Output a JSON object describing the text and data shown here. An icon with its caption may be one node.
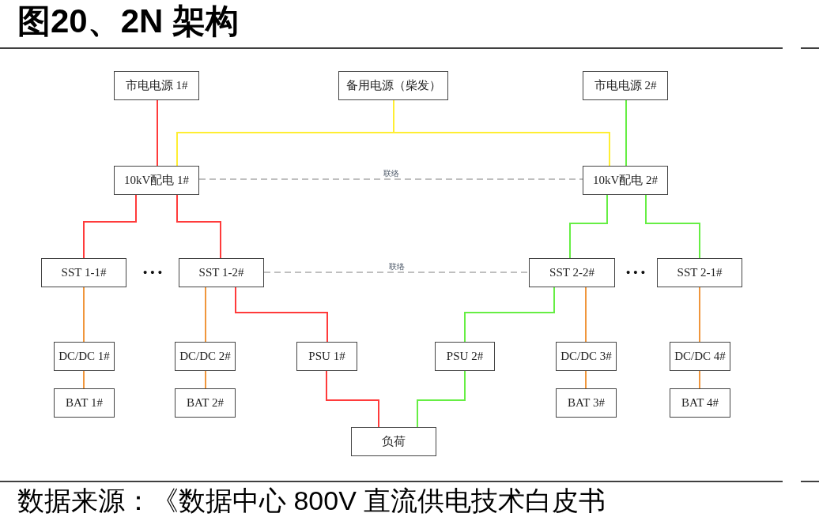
{
  "diagram": {
    "title": "图20、2N 架构",
    "caption": "数据来源：《数据中心 800V 直流供电技术白皮书",
    "nodes": [
      {
        "text": [
          "市电电源 1#"
        ]
      },
      {
        "text": [
          "备用电源（柴发）"
        ]
      },
      {
        "text": [
          "市电电源 2#"
        ]
      },
      {
        "text": [
          "10kV配电 1#"
        ]
      },
      {
        "text": [
          "10kV配电 2#"
        ]
      },
      {
        "text": [
          "SST 1-1#"
        ]
      },
      {
        "text": [
          "SST 1-2#"
        ]
      },
      {
        "text": [
          "SST 2-2#"
        ]
      },
      {
        "text": [
          "SST 2-1#"
        ]
      },
      {
        "text": [
          "DC/DC 1#"
        ]
      },
      {
        "text": [
          "DC/DC 2#"
        ]
      },
      {
        "text": [
          "PSU 1#"
        ]
      },
      {
        "text": [
          "PSU 2#"
        ]
      },
      {
        "text": [
          "DC/DC 3#"
        ]
      },
      {
        "text": [
          "DC/DC 4#"
        ]
      },
      {
        "text": [
          "BAT 1#"
        ]
      },
      {
        "text": [
          "BAT 2#"
        ]
      },
      {
        "text": [
          "BAT 3#"
        ]
      },
      {
        "text": [
          "BAT 4#"
        ]
      },
      {
        "text": [
          "负荷"
        ]
      }
    ],
    "edges": [
      {
        "from": 0,
        "to": 3,
        "arrow": "none",
        "color": "#ff3b3b"
      },
      {
        "from": 1,
        "to": 3,
        "arrow": "none",
        "color": "#ffee33"
      },
      {
        "from": 1,
        "to": 4,
        "arrow": "none",
        "color": "#ffee33"
      },
      {
        "from": 2,
        "to": 4,
        "arrow": "none",
        "color": "#66ee44"
      },
      {
        "from": 3,
        "to": 4,
        "arrow": "none",
        "label": "联络",
        "style": "dashed",
        "color": "#aaaaaa"
      },
      {
        "from": 3,
        "to": 5,
        "arrow": "none",
        "color": "#ff3b3b"
      },
      {
        "from": 3,
        "to": 6,
        "arrow": "none",
        "color": "#ff3b3b"
      },
      {
        "from": 4,
        "to": 7,
        "arrow": "none",
        "color": "#66ee44"
      },
      {
        "from": 4,
        "to": 8,
        "arrow": "none",
        "color": "#66ee44"
      },
      {
        "from": 6,
        "to": 7,
        "arrow": "none",
        "label": "联络",
        "style": "dashed",
        "color": "#aaaaaa"
      },
      {
        "from": 5,
        "to": 9,
        "arrow": "none"
      },
      {
        "from": 6,
        "to": 10,
        "arrow": "none"
      },
      {
        "from": 6,
        "to": 11,
        "arrow": "none",
        "color": "#ff3b3b"
      },
      {
        "from": 7,
        "to": 12,
        "arrow": "none",
        "color": "#66ee44"
      },
      {
        "from": 7,
        "to": 13,
        "arrow": "none"
      },
      {
        "from": 8,
        "to": 14,
        "arrow": "none"
      },
      {
        "from": 9,
        "to": 15,
        "arrow": "none"
      },
      {
        "from": 10,
        "to": 16,
        "arrow": "none"
      },
      {
        "from": 13,
        "to": 17,
        "arrow": "none"
      },
      {
        "from": 14,
        "to": 18,
        "arrow": "none"
      },
      {
        "from": 11,
        "to": 19,
        "arrow": "none",
        "color": "#ff3b3b"
      },
      {
        "from": 12,
        "to": 19,
        "arrow": "none",
        "color": "#66ee44"
      }
    ],
    "labels": [
      "• • •",
      "• • •"
    ]
  }
}
